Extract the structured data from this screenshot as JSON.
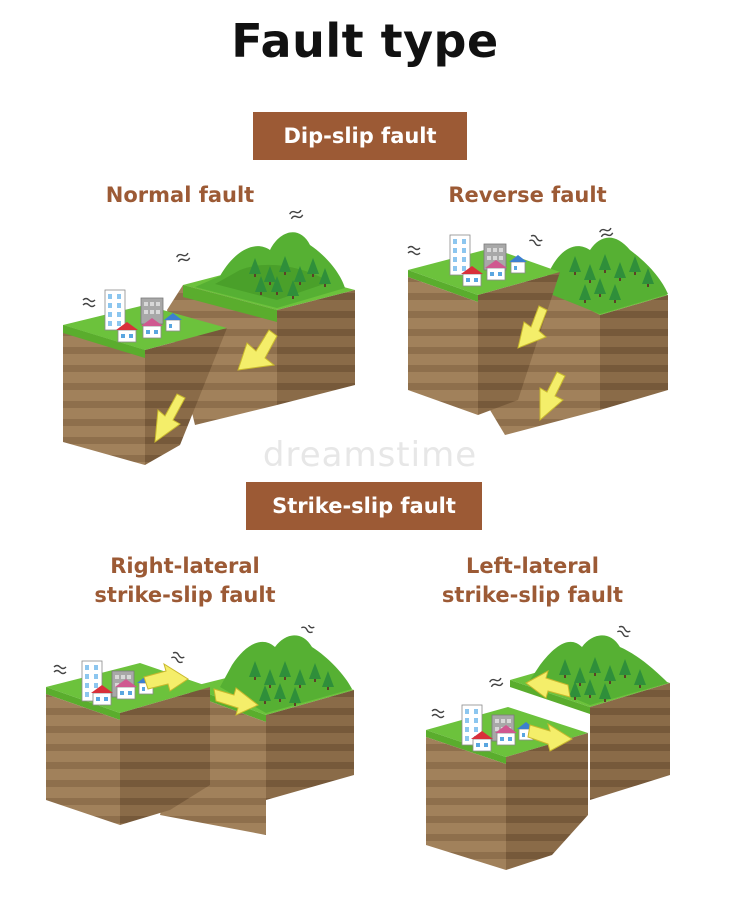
{
  "title": "Fault type",
  "sections": {
    "dip_slip": {
      "label": "Dip-slip fault",
      "normal": "Normal fault",
      "reverse": "Reverse fault"
    },
    "strike_slip": {
      "label": "Strike-slip fault",
      "right_lateral_line1": "Right-lateral",
      "right_lateral_line2": "strike-slip fault",
      "left_lateral_line1": "Left-lateral",
      "left_lateral_line2": "strike-slip fault"
    }
  },
  "watermark": "dreamstime",
  "colors": {
    "heading_box": "#9c5a35",
    "heading_text": "#9c5a35",
    "grass": "#6cc23c",
    "soil": "#a1815b",
    "arrow": "#f4ee6a"
  },
  "icons": [
    "house-icon",
    "building-icon",
    "tree-icon",
    "shake-lines-icon",
    "arrow-icon"
  ]
}
